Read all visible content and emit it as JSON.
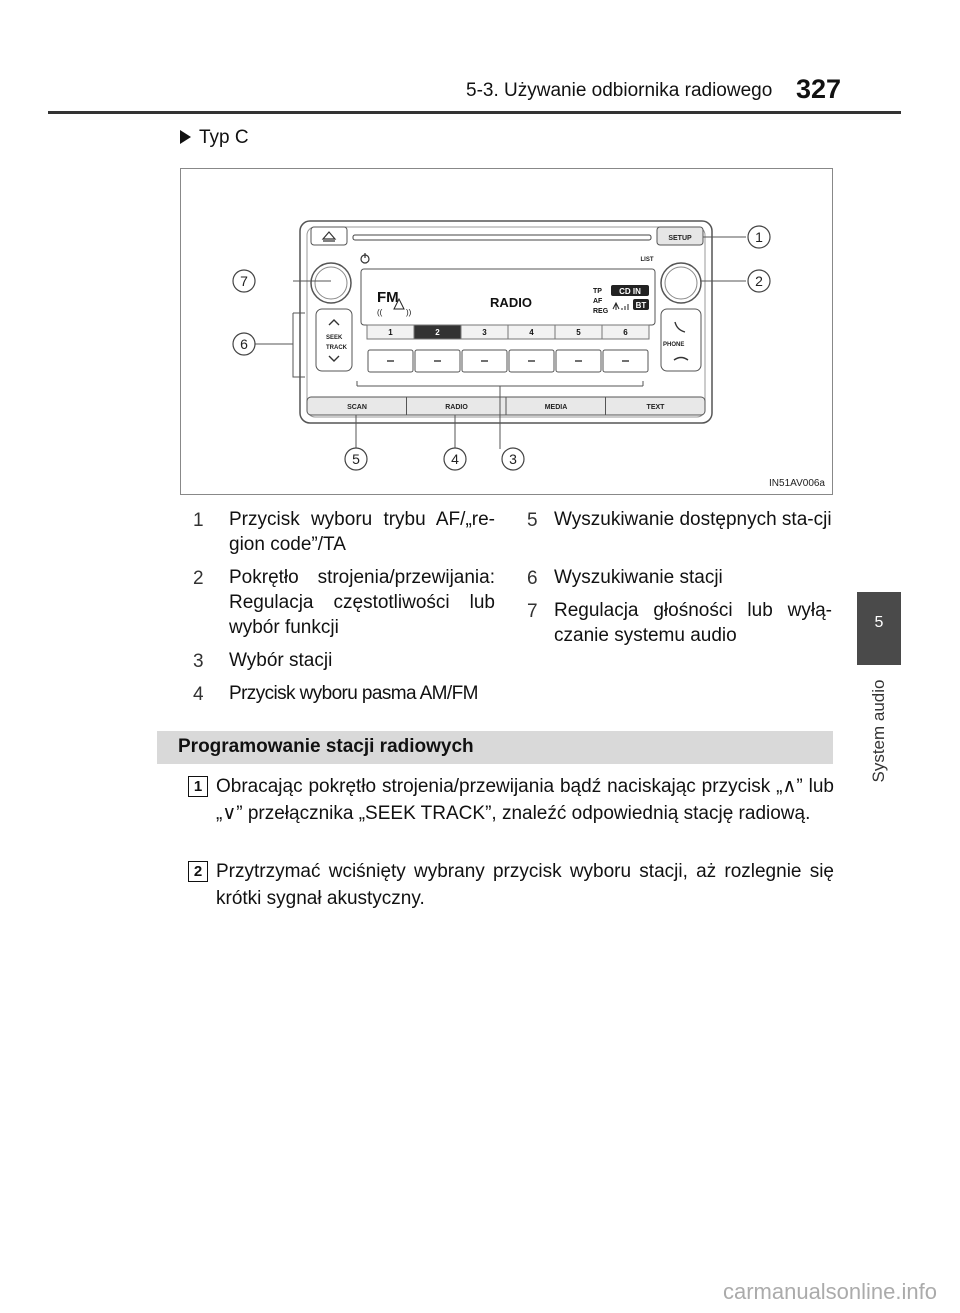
{
  "header": {
    "section": "5-3. Używanie odbiornika radiowego",
    "page_number": "327"
  },
  "side_tab": {
    "number": "5",
    "label": "System audio"
  },
  "subheading": "Typ C",
  "figure": {
    "code": "IN51AV006a",
    "display": {
      "band": "FM",
      "title": "RADIO",
      "tp": "TP",
      "af": "AF",
      "reg": "REG",
      "cd_in": "CD IN",
      "bt": "BT"
    },
    "preset_numbers": [
      "1",
      "2",
      "3",
      "4",
      "5",
      "6"
    ],
    "buttons": {
      "setup": "SETUP",
      "list": "LIST",
      "phone": "PHONE",
      "seek": "SEEK",
      "track": "TRACK",
      "scan": "SCAN",
      "radio": "RADIO",
      "media": "MEDIA",
      "text": "TEXT"
    },
    "callouts": [
      "1",
      "2",
      "3",
      "4",
      "5",
      "6",
      "7"
    ]
  },
  "legend_left": [
    {
      "num": "1",
      "text": "Przycisk wyboru trybu AF/„re-gion code”/TA"
    },
    {
      "num": "2",
      "text": "Pokrętło strojenia/przewijania: Regulacja częstotliwości lub wybór funkcji"
    },
    {
      "num": "3",
      "text": "Wybór stacji"
    },
    {
      "num": "4",
      "text": "Przycisk wyboru pasma AM/FM"
    }
  ],
  "legend_right": [
    {
      "num": "5",
      "text": "Wyszukiwanie dostępnych sta-cji"
    },
    {
      "num": "6",
      "text": "Wyszukiwanie stacji"
    },
    {
      "num": "7",
      "text": "Regulacja głośności lub wyłą-czanie systemu audio"
    }
  ],
  "section_title": "Programowanie stacji radiowych",
  "steps": [
    {
      "num": "1",
      "text": "Obracając pokrętło strojenia/przewijania bądź naciskając przycisk „∧” lub „∨” przełącznika „SEEK TRACK”, znaleźć odpowiednią stację radiową."
    },
    {
      "num": "2",
      "text": "Przytrzymać wciśnięty wybrany przycisk wyboru stacji, aż rozlegnie się krótki sygnał akustyczny."
    }
  ],
  "watermark": "carmanualsonline.info"
}
